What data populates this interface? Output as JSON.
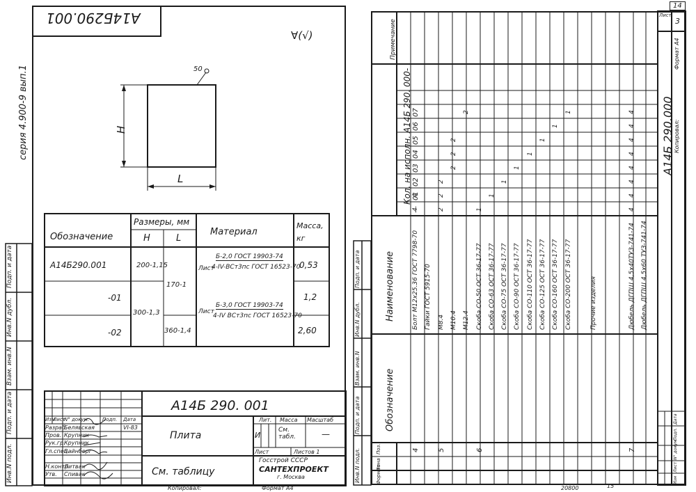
{
  "left_sheet": {
    "series": "серия 4.900-9 вып.1",
    "top_designation": "А14Б290.001",
    "roughness_mark": "∀(√)",
    "plate_radius_label": "50",
    "dim_h_label": "H",
    "dim_l_label": "L",
    "table": {
      "col_designation": "Обозначение",
      "col_sizes": "Размеры, мм",
      "col_h": "H",
      "col_l": "L",
      "col_material": "Материал",
      "col_mass": "Масса, кг",
      "rows": [
        {
          "designation": "А14Б290.001",
          "h": "200-1,15",
          "l": "",
          "mass": "0,53"
        },
        {
          "designation": "-01",
          "h": "",
          "l": "",
          "mass": "1,2"
        },
        {
          "designation": "-02",
          "h": "",
          "l": "360-1,4",
          "mass": "2,60"
        }
      ],
      "l_shared_top": "170-1",
      "h_shared_bottom": "300-1,3",
      "material_1_prefix": "Лист",
      "material_1_top": "Б-2,0 ГОСТ 19903-74",
      "material_1_bottom": "4-IV-ВСт3пс ГОСТ 16523-70",
      "material_2_prefix": "Лист",
      "material_2_top": "Б-3,0 ГОСТ 19903-74",
      "material_2_bottom": "4-IV ВСт3пс ГОСТ 16523-70"
    },
    "side_stamp": [
      "Инв.N подл.",
      "Подп. и дата",
      "Взам. инв.N",
      "Инв.N дубл.",
      "Подп. и дата"
    ],
    "title_block": {
      "designation": "А14Б 290. 001",
      "name": "Плита",
      "material_note": "См. таблицу",
      "hdr_change": "Изм",
      "hdr_sheet": "Лист",
      "hdr_doc": "N° докум.",
      "hdr_sign": "Подп.",
      "hdr_date": "Дата",
      "roles": [
        {
          "role": "Разраб.",
          "name": "Белявская",
          "date": "VI-83"
        },
        {
          "role": "Пров.",
          "name": "Крупник",
          "date": ""
        },
        {
          "role": "Рук.гр.",
          "name": "Крупник",
          "date": ""
        },
        {
          "role": "Гл.спец.",
          "name": "Вайнберг",
          "date": ""
        },
        {
          "role": "Н.контр.",
          "name": "Литвак",
          "date": ""
        },
        {
          "role": "Утв.",
          "name": "Спивак",
          "date": ""
        }
      ],
      "lit_label": "Лит.",
      "mass_label": "Масса",
      "scale_label": "Масштаб",
      "lit_value": "И",
      "mass_value": "См. табл.",
      "scale_value": "—",
      "sheet_label": "Лист",
      "sheets_label": "Листов 1",
      "org_1": "Госстрой СССР",
      "org_2": "САНТЕХПРОЕКТ",
      "org_3": "г. Москва"
    },
    "copied": "Копировал:",
    "format": "Формат А4"
  },
  "right_sheet": {
    "corner_number": "14",
    "sheet_label": "Лист",
    "sheet_value": "3",
    "designation": "А14Б 290.000",
    "copied": "Копировал:",
    "format": "Формат А4",
    "hdr_zone": "Зона",
    "hdr_format": "Формат",
    "hdr_pos": "Поз.",
    "hdr_designation": "Обозначение",
    "hdr_name": "Наименование",
    "hdr_qty": "Кол. на исполн. А14Б 290. 000-",
    "hdr_note": "Примечание",
    "variants": [
      "—",
      "01",
      "02",
      "03",
      "04",
      "05",
      "06",
      "07"
    ],
    "items": [
      {
        "pos": "4",
        "name": "Болт М12х25.36 ГОСТ 7798-70",
        "qty": [
          "4",
          "4",
          "",
          "",
          "",
          "",
          "",
          ""
        ]
      },
      {
        "pos": "",
        "name": "Гайки  ГОСТ 5915-70",
        "qty": [
          "",
          "",
          "",
          "",
          "",
          "",
          "",
          ""
        ]
      },
      {
        "pos": "5",
        "name": "М8.4",
        "qty": [
          "2",
          "2",
          "2",
          "",
          "",
          "",
          "",
          ""
        ]
      },
      {
        "pos": "",
        "name": "М10.4",
        "qty": [
          "",
          "",
          "",
          "2",
          "2",
          "2",
          "",
          ""
        ]
      },
      {
        "pos": "",
        "name": "М12.4",
        "qty": [
          "",
          "",
          "",
          "",
          "",
          "",
          "",
          "2"
        ]
      },
      {
        "pos": "6",
        "name": "Скоба СО-50 ОСТ 36-17-77",
        "qty": [
          "1",
          "",
          "",
          "",
          "",
          "",
          "",
          ""
        ]
      },
      {
        "pos": "",
        "name": "Скоба СО-63 ОСТ 36-17-77",
        "qty": [
          "",
          "1",
          "",
          "",
          "",
          "",
          "",
          ""
        ]
      },
      {
        "pos": "",
        "name": "Скоба СО-75 ОСТ 36-17-77",
        "qty": [
          "",
          "",
          "1",
          "",
          "",
          "",
          "",
          ""
        ]
      },
      {
        "pos": "",
        "name": "Скоба СО-90 ОСТ 36-17-77",
        "qty": [
          "",
          "",
          "",
          "1",
          "",
          "",
          "",
          ""
        ]
      },
      {
        "pos": "",
        "name": "Скоба СО-110 ОСТ 36-17-77",
        "qty": [
          "",
          "",
          "",
          "",
          "1",
          "",
          "",
          ""
        ]
      },
      {
        "pos": "",
        "name": "Скоба СО-125 ОСТ 36-17-77",
        "qty": [
          "",
          "",
          "",
          "",
          "",
          "1",
          "",
          ""
        ]
      },
      {
        "pos": "",
        "name": "Скоба СО-160 ОСТ 36-17-77",
        "qty": [
          "",
          "",
          "",
          "",
          "",
          "",
          "1",
          ""
        ]
      },
      {
        "pos": "",
        "name": "Скоба СО-200 ОСТ 36-17-77",
        "qty": [
          "",
          "",
          "",
          "",
          "",
          "",
          "",
          "1"
        ]
      },
      {
        "pos": "",
        "name": "",
        "qty": [
          "",
          "",
          "",
          "",
          "",
          "",
          "",
          ""
        ]
      },
      {
        "pos": "",
        "name": "Прочие изделия",
        "qty": [
          "",
          "",
          "",
          "",
          "",
          "",
          "",
          ""
        ]
      },
      {
        "pos": "",
        "name": "",
        "qty": [
          "",
          "",
          "",
          "",
          "",
          "",
          "",
          ""
        ]
      },
      {
        "pos": "",
        "name": "",
        "qty": [
          "",
          "",
          "",
          "",
          "",
          "",
          "",
          ""
        ]
      },
      {
        "pos": "7",
        "name": "Дюбель ДГПШ 4,5х40ТУЗ-741-74",
        "qty": [
          "4",
          "4",
          "4",
          "4",
          "4",
          "4",
          "4",
          "4"
        ]
      },
      {
        "pos": "",
        "name": "Дюбель ДГПШ 4,5х60 ТУЗ-741-74",
        "qty": [
          "",
          "",
          "",
          "",
          "",
          "",
          "",
          ""
        ]
      }
    ],
    "stamp_hdr": [
      "Изм",
      "Лист",
      "N° докум.",
      "Подп.",
      "Дата"
    ],
    "bottom_code": "20800",
    "bottom_page": "15"
  }
}
